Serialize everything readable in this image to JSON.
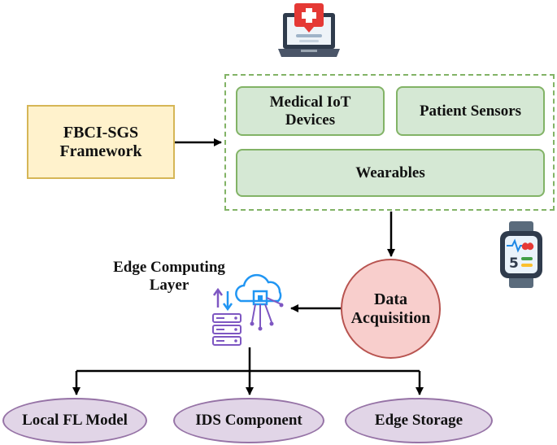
{
  "nodes": {
    "framework": "FBCI-SGS Framework",
    "medical_iot": "Medical IoT Devices",
    "patient_sensors": "Patient Sensors",
    "wearables": "Wearables",
    "data_acquisition": "Data Acquisition",
    "edge_layer": "Edge Computing Layer",
    "local_fl": "Local FL Model",
    "ids": "IDS Component",
    "edge_storage": "Edge Storage"
  },
  "icons": {
    "top": "medical-laptop-icon",
    "watch": "smartwatch-icon",
    "edge": "cloud-server-icon"
  },
  "colors": {
    "framework_fill": "#fff2cc",
    "framework_stroke": "#d6b656",
    "device_fill": "#d5e8d4",
    "device_stroke": "#82b366",
    "acquisition_fill": "#f8cecc",
    "acquisition_stroke": "#b85450",
    "output_fill": "#e1d5e7",
    "output_stroke": "#9673a6"
  }
}
